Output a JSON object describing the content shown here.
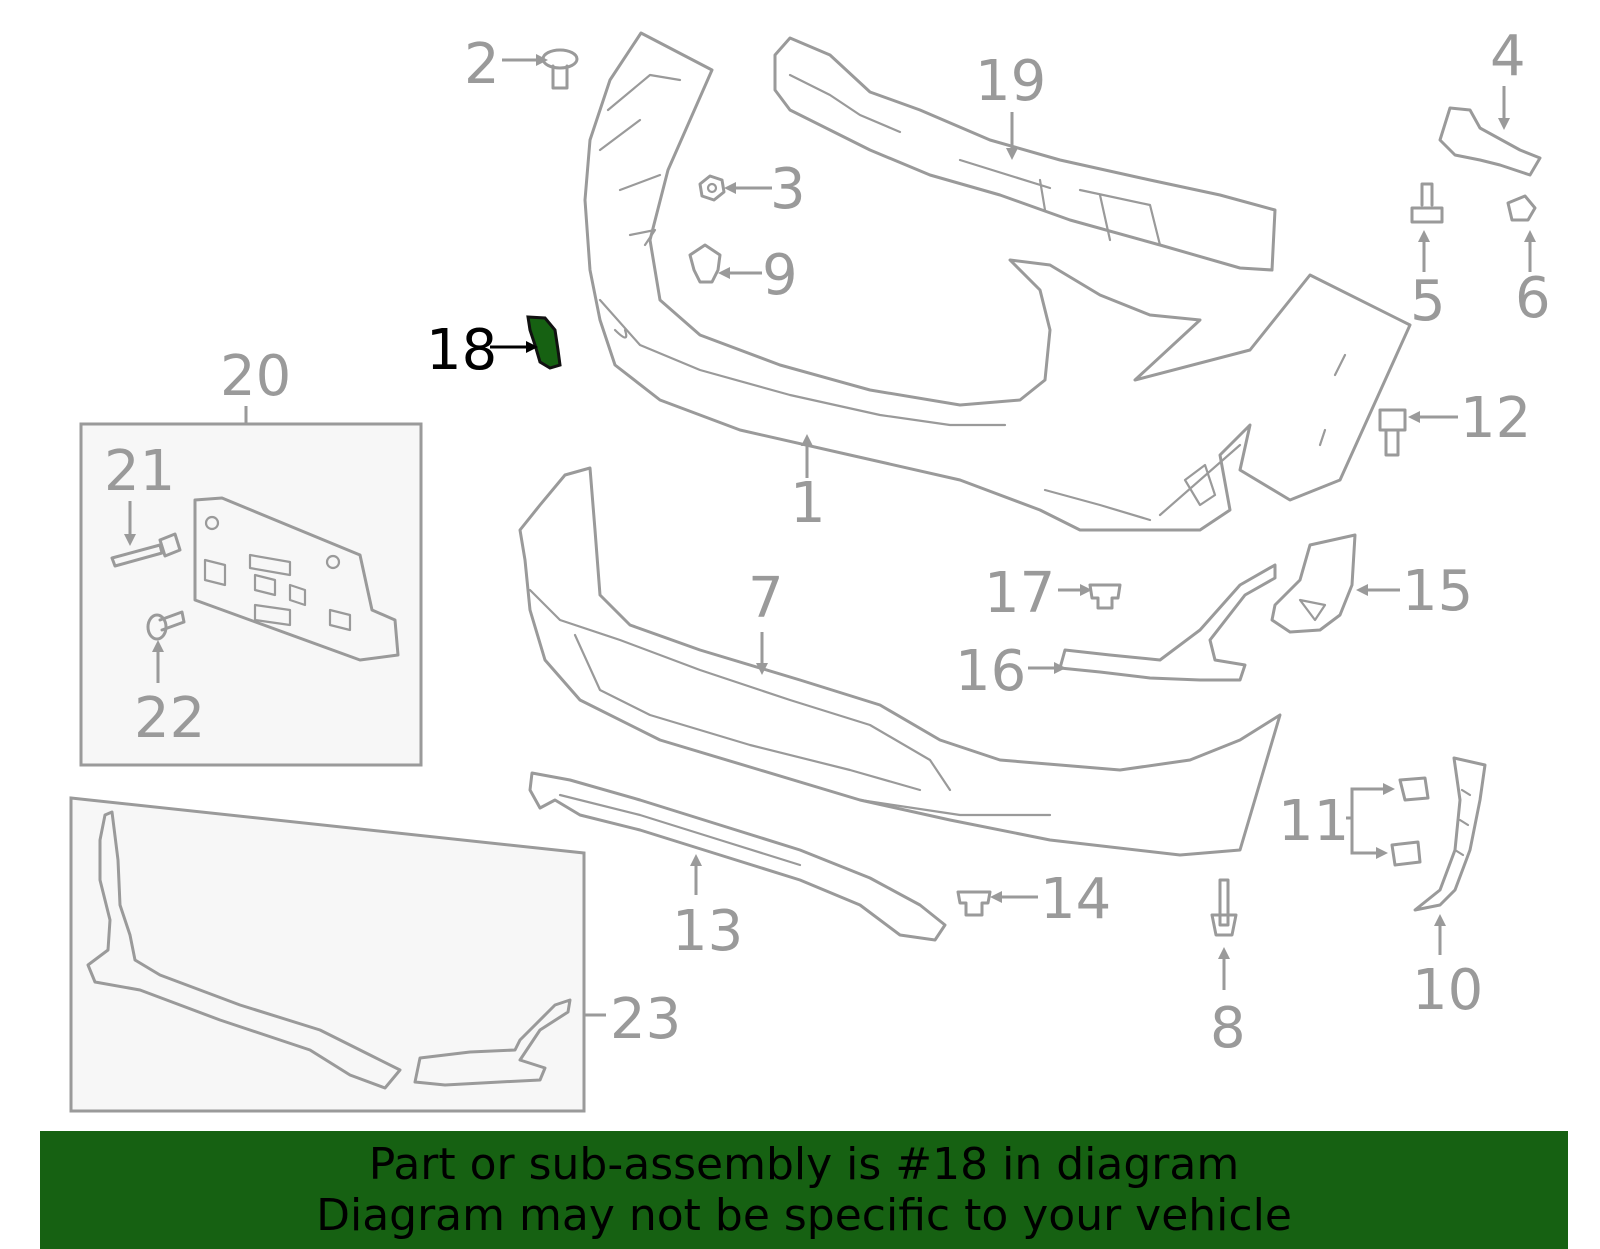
{
  "diagram": {
    "highlighted_part": "18",
    "highlight_color": "#166112",
    "callouts": {
      "c1": "1",
      "c2": "2",
      "c3": "3",
      "c4": "4",
      "c5": "5",
      "c6": "6",
      "c7": "7",
      "c8": "8",
      "c9": "9",
      "c10": "10",
      "c11": "11",
      "c12": "12",
      "c13": "13",
      "c14": "14",
      "c15": "15",
      "c16": "16",
      "c17": "17",
      "c18": "18",
      "c19": "19",
      "c20": "20",
      "c21": "21",
      "c22": "22",
      "c23": "23"
    }
  },
  "banner": {
    "line1": "Part or sub-assembly is #18 in diagram",
    "line2": "Diagram may not be specific to your vehicle",
    "background": "#166112"
  }
}
